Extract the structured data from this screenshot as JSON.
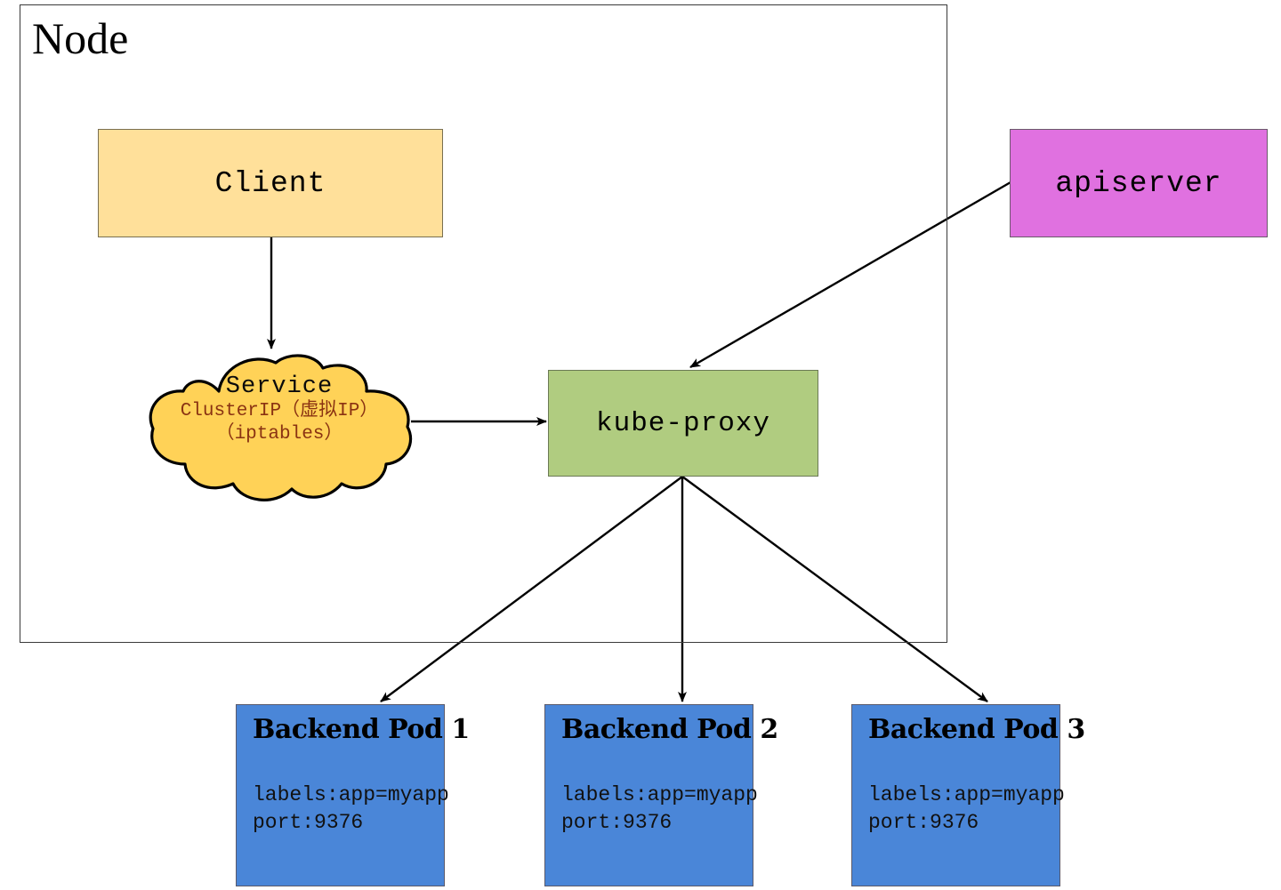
{
  "diagram": {
    "title": "Kubernetes Service / kube-proxy data path",
    "node_group": {
      "label": "Node"
    },
    "nodes": {
      "client": {
        "label": "Client",
        "color": "#ffe09a"
      },
      "service": {
        "title": "Service",
        "subtitle_line1": "ClusterIP（虚拟IP）",
        "subtitle_line2": "（iptables）",
        "color": "#ffd257",
        "subtitle_color": "#8a3312"
      },
      "kube_proxy": {
        "label": "kube-proxy",
        "color": "#b0cc80"
      },
      "apiserver": {
        "label": "apiserver",
        "color": "#e071e0"
      }
    },
    "pods": [
      {
        "title": "Backend Pod 1",
        "labels": "labels:app=myapp",
        "port": "port:9376",
        "color": "#4a86d8"
      },
      {
        "title": "Backend Pod 2",
        "labels": "labels:app=myapp",
        "port": "port:9376",
        "color": "#4a86d8"
      },
      {
        "title": "Backend Pod 3",
        "labels": "labels:app=myapp",
        "port": "port:9376",
        "color": "#4a86d8"
      }
    ],
    "edges": [
      {
        "from": "client",
        "to": "service",
        "style": "solid-arrow"
      },
      {
        "from": "service",
        "to": "kube_proxy",
        "style": "solid-arrow"
      },
      {
        "from": "apiserver",
        "to": "kube_proxy",
        "style": "solid-arrow"
      },
      {
        "from": "kube_proxy",
        "to": "pod_1",
        "style": "solid-arrow"
      },
      {
        "from": "kube_proxy",
        "to": "pod_2",
        "style": "solid-arrow"
      },
      {
        "from": "kube_proxy",
        "to": "pod_3",
        "style": "solid-arrow"
      }
    ]
  }
}
